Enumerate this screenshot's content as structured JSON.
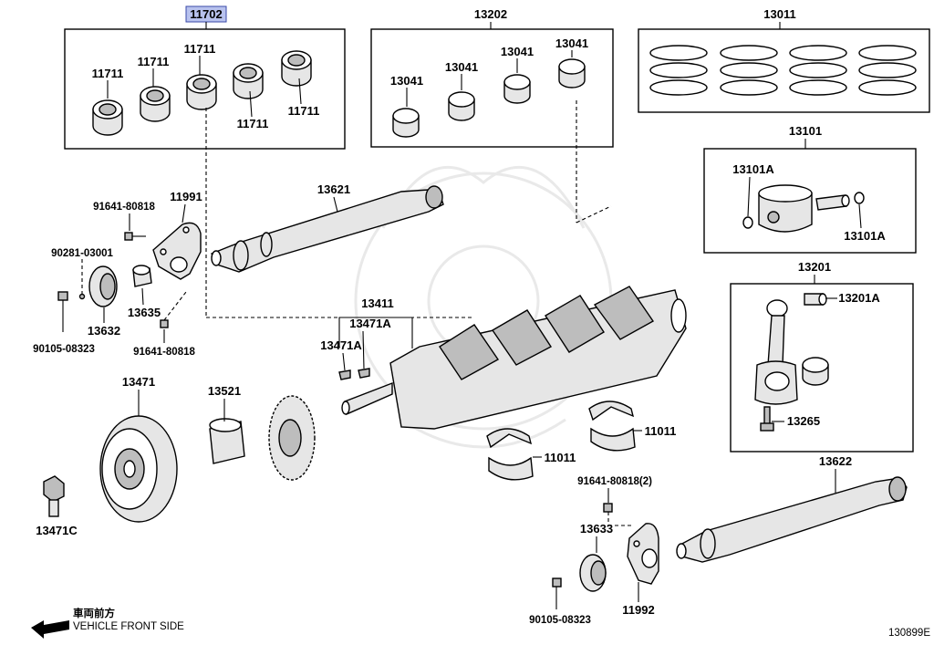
{
  "diagram": {
    "highlighted_part": "11702",
    "groups": {
      "main_bearings": {
        "code": "11702",
        "items": [
          "11711",
          "11711",
          "11711",
          "11711",
          "11711"
        ]
      },
      "conrod_bearings": {
        "code": "13202",
        "items": [
          "13041",
          "13041",
          "13041",
          "13041"
        ]
      },
      "piston_rings": {
        "code": "13011"
      },
      "piston": {
        "code": "13101",
        "items": [
          "13101A",
          "13101A"
        ]
      },
      "conrod": {
        "code": "13201",
        "items": [
          "13201A",
          "13265"
        ]
      }
    },
    "labels": {
      "bearing_1": "11711",
      "bearing_2": "11711",
      "bearing_3": "11711",
      "bearing_4": "11711",
      "bearing_5": "11711",
      "conrod_b1": "13041",
      "conrod_b2": "13041",
      "conrod_b3": "13041",
      "conrod_b4": "13041",
      "balance_shaft_1": "13621",
      "balance_shaft_2": "13622",
      "plate_1": "11991",
      "plate_2": "11992",
      "bolt_1": "91641-80818",
      "bolt_2": "91641-80818",
      "bolt_3": "91641-80818(2)",
      "pin": "90281-03001",
      "bolt_4": "90105-08323",
      "bolt_5": "90105-08323",
      "gear_1": "13632",
      "gear_2": "13633",
      "bushing": "13635",
      "crankshaft": "13411",
      "crank_key_group": "13471A",
      "crank_key": "13471A",
      "pulley": "13471",
      "pulley_bolt": "13471C",
      "sprocket": "13521",
      "thrust_washer_1": "11011",
      "thrust_washer_2": "11011",
      "piston_pin_clip_1": "13101A",
      "piston_pin_clip_2": "13101A",
      "conrod_bushing": "13201A",
      "conrod_bolt": "13265"
    },
    "legend": {
      "japanese": "車両前方",
      "english": "VEHICLE FRONT SIDE"
    },
    "figure_id": "130899E"
  },
  "colors": {
    "highlight": "#b8c2ee",
    "line": "#000000",
    "part_fill": "#e6e6e6"
  }
}
